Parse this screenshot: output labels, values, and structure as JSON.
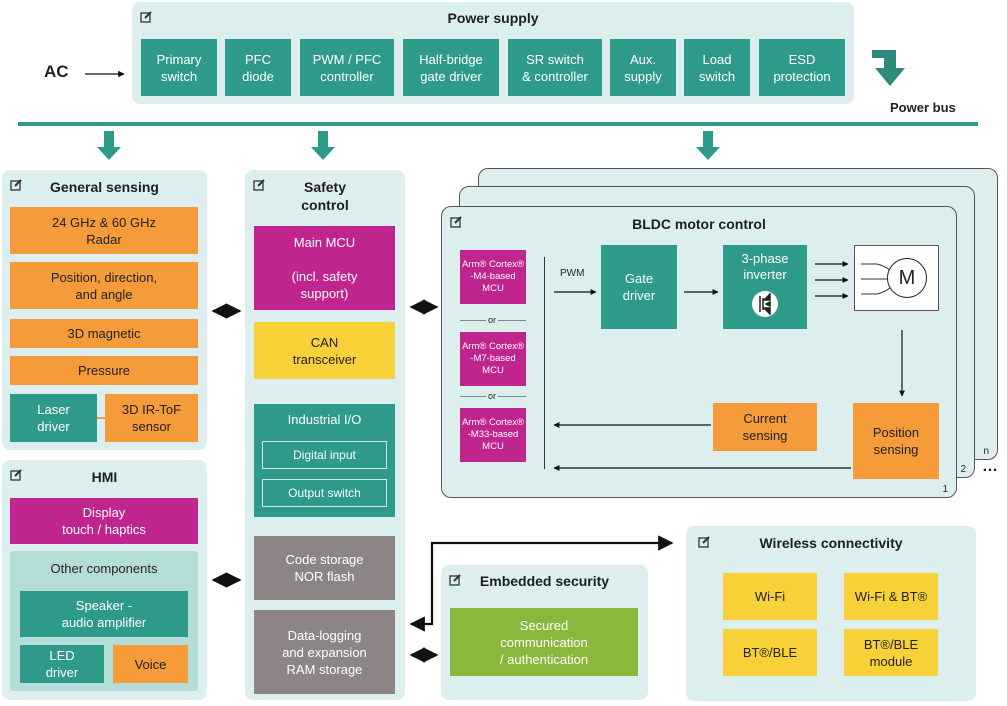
{
  "ac_label": "AC",
  "power_bus_label": "Power bus",
  "power_supply": {
    "title": "Power supply",
    "items": [
      "Primary\nswitch",
      "PFC\ndiode",
      "PWM / PFC\ncontroller",
      "Half-bridge\ngate driver",
      "SR switch\n& controller",
      "Aux.\nsupply",
      "Load\nswitch",
      "ESD\nprotection"
    ]
  },
  "general_sensing": {
    "title": "General sensing",
    "items": [
      "24 GHz & 60 GHz\nRadar",
      "Position, direction,\nand angle",
      "3D magnetic",
      "Pressure",
      "Laser\ndriver",
      "3D IR-ToF\nsensor"
    ]
  },
  "hmi": {
    "title": "HMI",
    "display": "Display\ntouch / haptics",
    "other_title": "Other  components",
    "speaker": "Speaker -\naudio amplifier",
    "led": "LED\ndriver",
    "voice": "Voice"
  },
  "safety": {
    "title": "Safety\ncontrol",
    "main_mcu": "Main MCU\n\n(incl. safety\nsupport)",
    "can": "CAN\ntransceiver",
    "io_title": "Industrial I/O",
    "digital_input": "Digital input",
    "output_switch": "Output switch",
    "code_storage": "Code storage\nNOR flash",
    "datalog": "Data-logging\nand expansion\nRAM storage"
  },
  "bldc": {
    "title": "BLDC motor control",
    "mcu1": "Arm® Cortex®\n-M4-based\nMCU",
    "mcu2": "Arm® Cortex®\n-M7-based\nMCU",
    "mcu3": "Arm® Cortex®\n-M33-based\nMCU",
    "or": "or",
    "pwm": "PWM",
    "gate_driver": "Gate\ndriver",
    "inverter": "3-phase\ninverter",
    "motor": "M",
    "current_sensing": "Current\nsensing",
    "position_sensing": "Position\nsensing",
    "stack_1": "1",
    "stack_2": "2",
    "stack_n": "n",
    "stack_dots": "…"
  },
  "security": {
    "title": "Embedded security",
    "item": "Secured\ncommunication\n/ authentication"
  },
  "wireless": {
    "title": "Wireless connectivity",
    "items": [
      "Wi-Fi",
      "Wi-Fi & BT®",
      "BT®/BLE",
      "BT®/BLE\nmodule"
    ]
  },
  "colors": {
    "panel": "#dcefee",
    "teal": "#2e9a8a",
    "orange": "#f59b3a",
    "magenta": "#c0248f",
    "yellow": "#f8d038",
    "grey": "#8d8585",
    "green": "#8ab83a"
  },
  "icons": [
    "edit-icon",
    "power-bus-turn-arrow-icon",
    "down-arrow-icon",
    "bidirectional-arrow-icon",
    "transistor-icon"
  ]
}
